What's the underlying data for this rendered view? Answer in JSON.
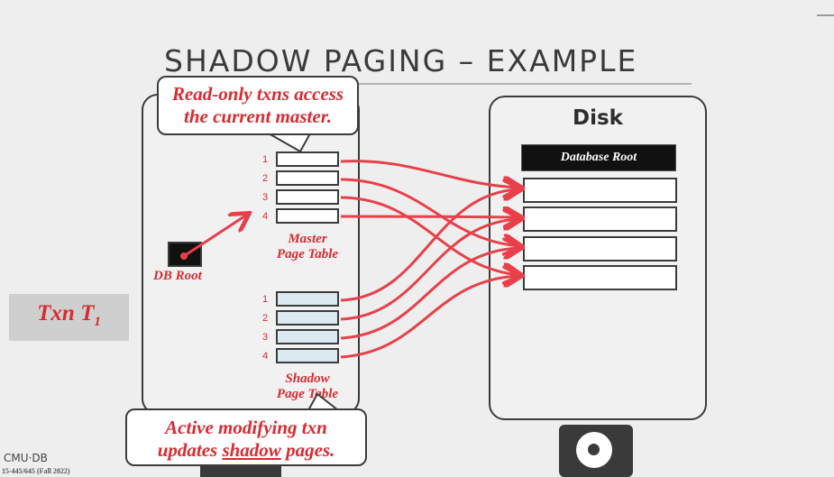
{
  "slide": {
    "title": "SHADOW PAGING – EXAMPLE",
    "footer_logo": "CMU·DB",
    "footer_course": "15-445/645 (Fall 2022)"
  },
  "disk": {
    "title": "Disk",
    "root_label": "Database Root",
    "page_count": 4
  },
  "memory": {
    "db_root_label": "DB Root",
    "master_table": {
      "label_line1": "Master",
      "label_line2": "Page Table",
      "rows": [
        "1",
        "2",
        "3",
        "4"
      ]
    },
    "shadow_table": {
      "label_line1": "Shadow",
      "label_line2": "Page Table",
      "rows": [
        "1",
        "2",
        "3",
        "4"
      ]
    }
  },
  "txn": {
    "label": "Txn T",
    "subscript": "1"
  },
  "callouts": {
    "top_line1": "Read-only txns access",
    "top_line2": "the current master.",
    "bottom_line1": "Active modifying txn",
    "bottom_pre": "updates ",
    "bottom_underline": "shadow",
    "bottom_post": " pages."
  },
  "colors": {
    "accent_red": "#d92b32",
    "arrow_red": "#e8404a",
    "shadow_fill": "#dbe9f1",
    "dark": "#3b3b3b"
  }
}
